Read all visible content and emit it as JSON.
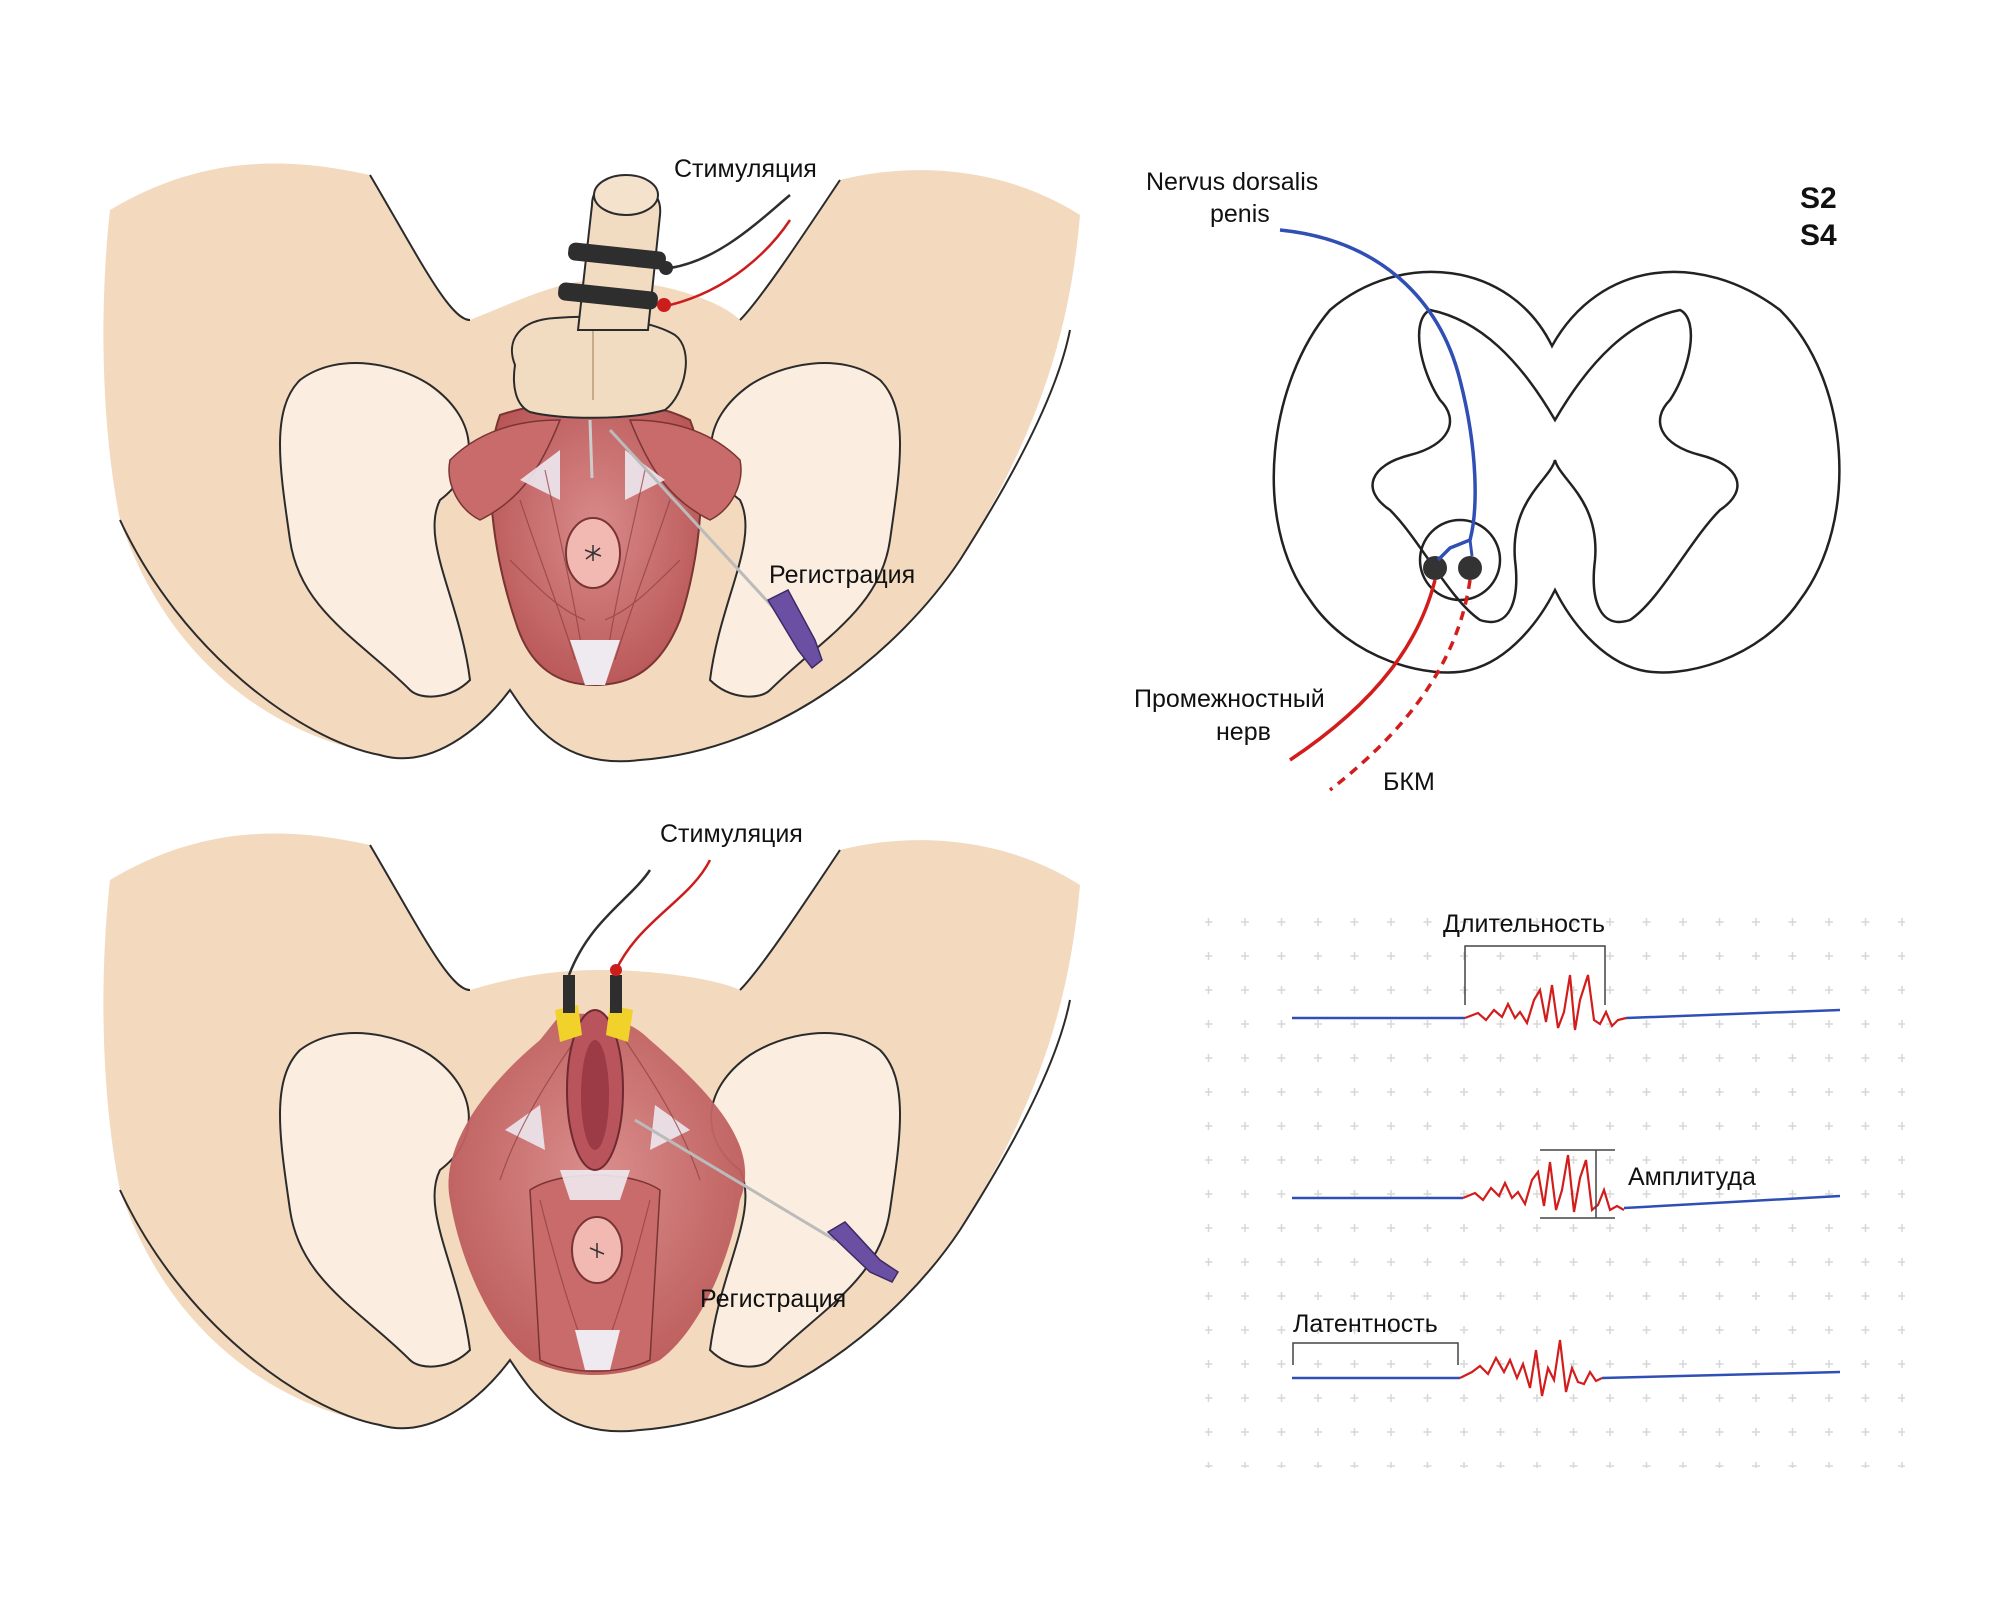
{
  "labels": {
    "stim_top": "Стимуляция",
    "reg_top": "Регистрация",
    "stim_bottom": "Стимуляция",
    "reg_bottom": "Регистрация",
    "nerve_dorsalis_line1": "Nervus dorsalis",
    "nerve_dorsalis_line2": "penis",
    "segment_s2": "S2",
    "segment_s4": "S4",
    "perineal_line1": "Промежностный",
    "perineal_line2": "нерв",
    "bkm": "БКМ",
    "duration": "Длительность",
    "amplitude": "Амплитуда",
    "latency": "Латентность"
  },
  "colors": {
    "skin": "#f3d9bd",
    "bone": "#fbeee0",
    "muscle": "#c96b6b",
    "nerve_blue": "#2f4fb5",
    "nerve_red": "#d21d1d",
    "signal_red": "#d21d1d",
    "baseline_blue": "#2f4fb5",
    "needle": "#6b4fa3",
    "clip_yellow": "#f0d22a"
  }
}
